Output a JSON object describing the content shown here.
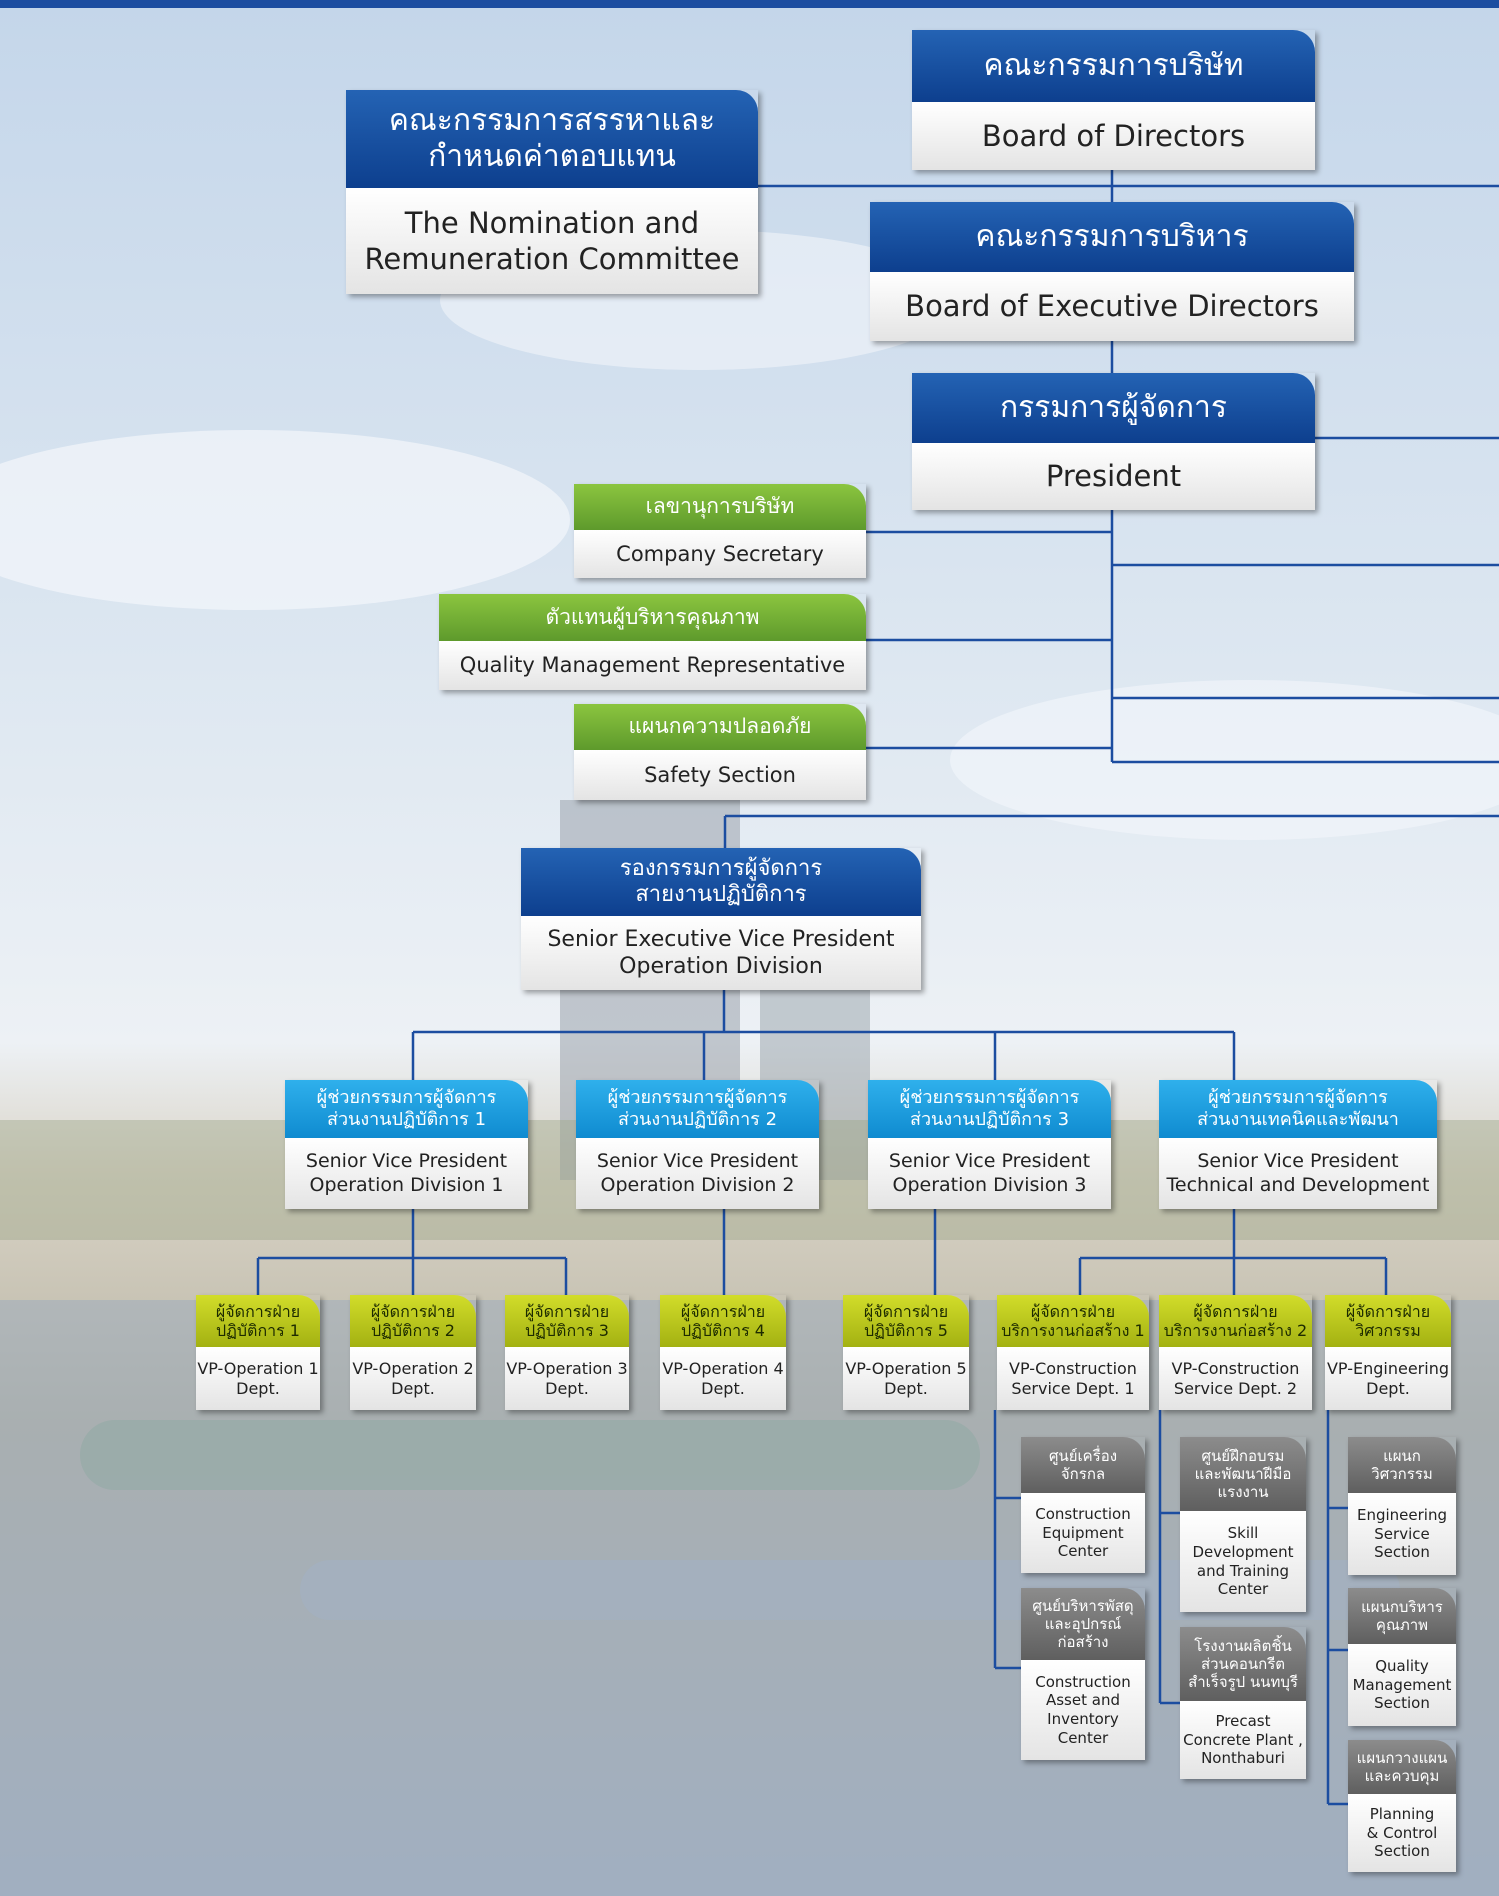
{
  "boards": {
    "bod_th": "คณะกรรมการบริษัท",
    "bod_en": "Board of Directors",
    "nrc_th": "คณะกรรมการสรรหาและ\nกำหนดค่าตอบแทน",
    "nrc_en": "The Nomination and\nRemuneration Committee",
    "bed_th": "คณะกรรมการบริหาร",
    "bed_en": "Board of Executive Directors",
    "pres_th": "กรรมการผู้จัดการ",
    "pres_en": "President"
  },
  "staff": {
    "secretary_th": "เลขานุการบริษัท",
    "secretary_en": "Company Secretary",
    "qmr_th": "ตัวแทนผู้บริหารคุณภาพ",
    "qmr_en": "Quality Management Representative",
    "safety_th": "แผนกความปลอดภัย",
    "safety_en": "Safety Section"
  },
  "sevp": {
    "th": "รองกรรมการผู้จัดการ\nสายงานปฏิบัติการ",
    "en": "Senior Executive Vice President\nOperation Division"
  },
  "svp": [
    {
      "th": "ผู้ช่วยกรรมการผู้จัดการ\nส่วนงานปฏิบัติการ 1",
      "en": "Senior Vice President\nOperation Division 1"
    },
    {
      "th": "ผู้ช่วยกรรมการผู้จัดการ\nส่วนงานปฏิบัติการ 2",
      "en": "Senior Vice President\nOperation Division 2"
    },
    {
      "th": "ผู้ช่วยกรรมการผู้จัดการ\nส่วนงานปฏิบัติการ 3",
      "en": "Senior Vice President\nOperation Division 3"
    },
    {
      "th": "ผู้ช่วยกรรมการผู้จัดการ\nส่วนงานเทคนิคและพัฒนา",
      "en": "Senior Vice President\nTechnical and Development"
    }
  ],
  "vp": [
    {
      "th": "ผู้จัดการฝ่าย\nปฏิบัติการ 1",
      "en": "VP-Operation 1\nDept."
    },
    {
      "th": "ผู้จัดการฝ่าย\nปฏิบัติการ 2",
      "en": "VP-Operation 2\nDept."
    },
    {
      "th": "ผู้จัดการฝ่าย\nปฏิบัติการ 3",
      "en": "VP-Operation 3\nDept."
    },
    {
      "th": "ผู้จัดการฝ่าย\nปฏิบัติการ 4",
      "en": "VP-Operation 4\nDept."
    },
    {
      "th": "ผู้จัดการฝ่าย\nปฏิบัติการ 5",
      "en": "VP-Operation 5\nDept."
    },
    {
      "th": "ผู้จัดการฝ่าย\nบริการงานก่อสร้าง 1",
      "en": "VP-Construction\nService Dept. 1"
    },
    {
      "th": "ผู้จัดการฝ่าย\nบริการงานก่อสร้าง 2",
      "en": "VP-Construction\nService Dept. 2"
    },
    {
      "th": "ผู้จัดการฝ่าย\nวิศวกรรม",
      "en": "VP-Engineering\nDept."
    }
  ],
  "units": [
    {
      "th": "ศูนย์เครื่อง\nจักรกล",
      "en": "Construction\nEquipment\nCenter"
    },
    {
      "th": "ศูนย์บริหารพัสดุ\nและอุปกรณ์\nก่อสร้าง",
      "en": "Construction\nAsset and\nInventory\nCenter"
    },
    {
      "th": "ศูนย์ฝึกอบรม\nและพัฒนาฝีมือ\nแรงงาน",
      "en": "Skill\nDevelopment\nand Training\nCenter"
    },
    {
      "th": "โรงงานผลิตชิ้น\nส่วนคอนกรีต\nสำเร็จรูป นนทบุรี",
      "en": "Precast\nConcrete Plant ,\nNonthaburi"
    },
    {
      "th": "แผนก\nวิศวกรรม",
      "en": "Engineering\nService\nSection"
    },
    {
      "th": "แผนกบริหาร\nคุณภาพ",
      "en": "Quality\nManagement\nSection"
    },
    {
      "th": "แผนกวางแผน\nและควบคุม",
      "en": "Planning\n& Control\nSection"
    }
  ],
  "colors": {
    "navy": "#0d3f8e",
    "green": "#6aa632",
    "cyan": "#1a9fe0",
    "lime": "#b6c31c",
    "grey": "#6e6e6e",
    "line": "#1c4da0"
  }
}
